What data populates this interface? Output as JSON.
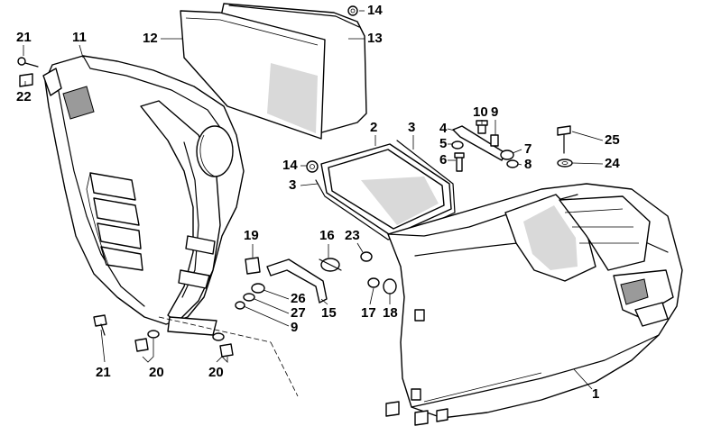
{
  "diagram": {
    "callouts": [
      {
        "id": "c21a",
        "text": "21"
      },
      {
        "id": "c22",
        "text": "22"
      },
      {
        "id": "c11",
        "text": "11"
      },
      {
        "id": "c12",
        "text": "12"
      },
      {
        "id": "c14a",
        "text": "14"
      },
      {
        "id": "c13",
        "text": "13"
      },
      {
        "id": "c2",
        "text": "2"
      },
      {
        "id": "c3a",
        "text": "3"
      },
      {
        "id": "c14b",
        "text": "14"
      },
      {
        "id": "c3b",
        "text": "3"
      },
      {
        "id": "c4",
        "text": "4"
      },
      {
        "id": "c10",
        "text": "10"
      },
      {
        "id": "c9a",
        "text": "9"
      },
      {
        "id": "c5",
        "text": "5"
      },
      {
        "id": "c7",
        "text": "7"
      },
      {
        "id": "c6",
        "text": "6"
      },
      {
        "id": "c8",
        "text": "8"
      },
      {
        "id": "c25",
        "text": "25"
      },
      {
        "id": "c24",
        "text": "24"
      },
      {
        "id": "c19",
        "text": "19"
      },
      {
        "id": "c16",
        "text": "16"
      },
      {
        "id": "c23",
        "text": "23"
      },
      {
        "id": "c26",
        "text": "26"
      },
      {
        "id": "c27",
        "text": "27"
      },
      {
        "id": "c15",
        "text": "15"
      },
      {
        "id": "c17",
        "text": "17"
      },
      {
        "id": "c18",
        "text": "18"
      },
      {
        "id": "c9b",
        "text": "9"
      },
      {
        "id": "c21b",
        "text": "21"
      },
      {
        "id": "c20a",
        "text": "20"
      },
      {
        "id": "c20b",
        "text": "20"
      },
      {
        "id": "c1",
        "text": "1"
      }
    ]
  }
}
